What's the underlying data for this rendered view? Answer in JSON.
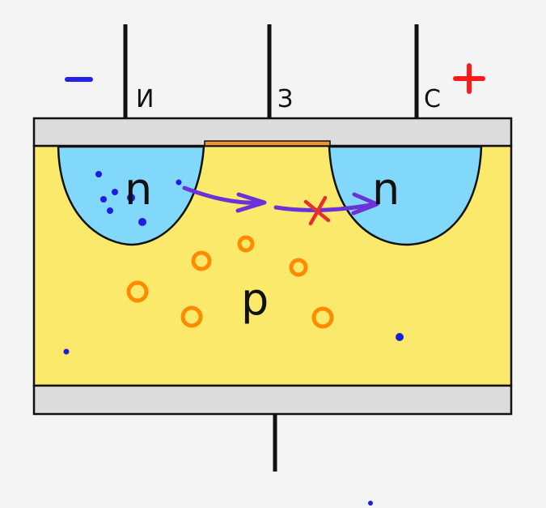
{
  "terminals": {
    "source": "И",
    "gate": "З",
    "drain": "С"
  },
  "polarity": {
    "minus": "−",
    "plus": "+"
  },
  "regions": {
    "left_n": "n",
    "right_n": "n",
    "substrate": "p"
  },
  "colors": {
    "background": "#f4f4f4",
    "substrate": "#fbe96c",
    "n_region": "#82d8fb",
    "oxide": "#dcdcdc",
    "gate_metal": "#f0932e",
    "electron": "#1d1de0",
    "hole": "#ff8c00",
    "arrow": "#6a32d8",
    "blocked": "#e53030",
    "minus": "#2121e8",
    "plus": "#ff1a1a"
  }
}
